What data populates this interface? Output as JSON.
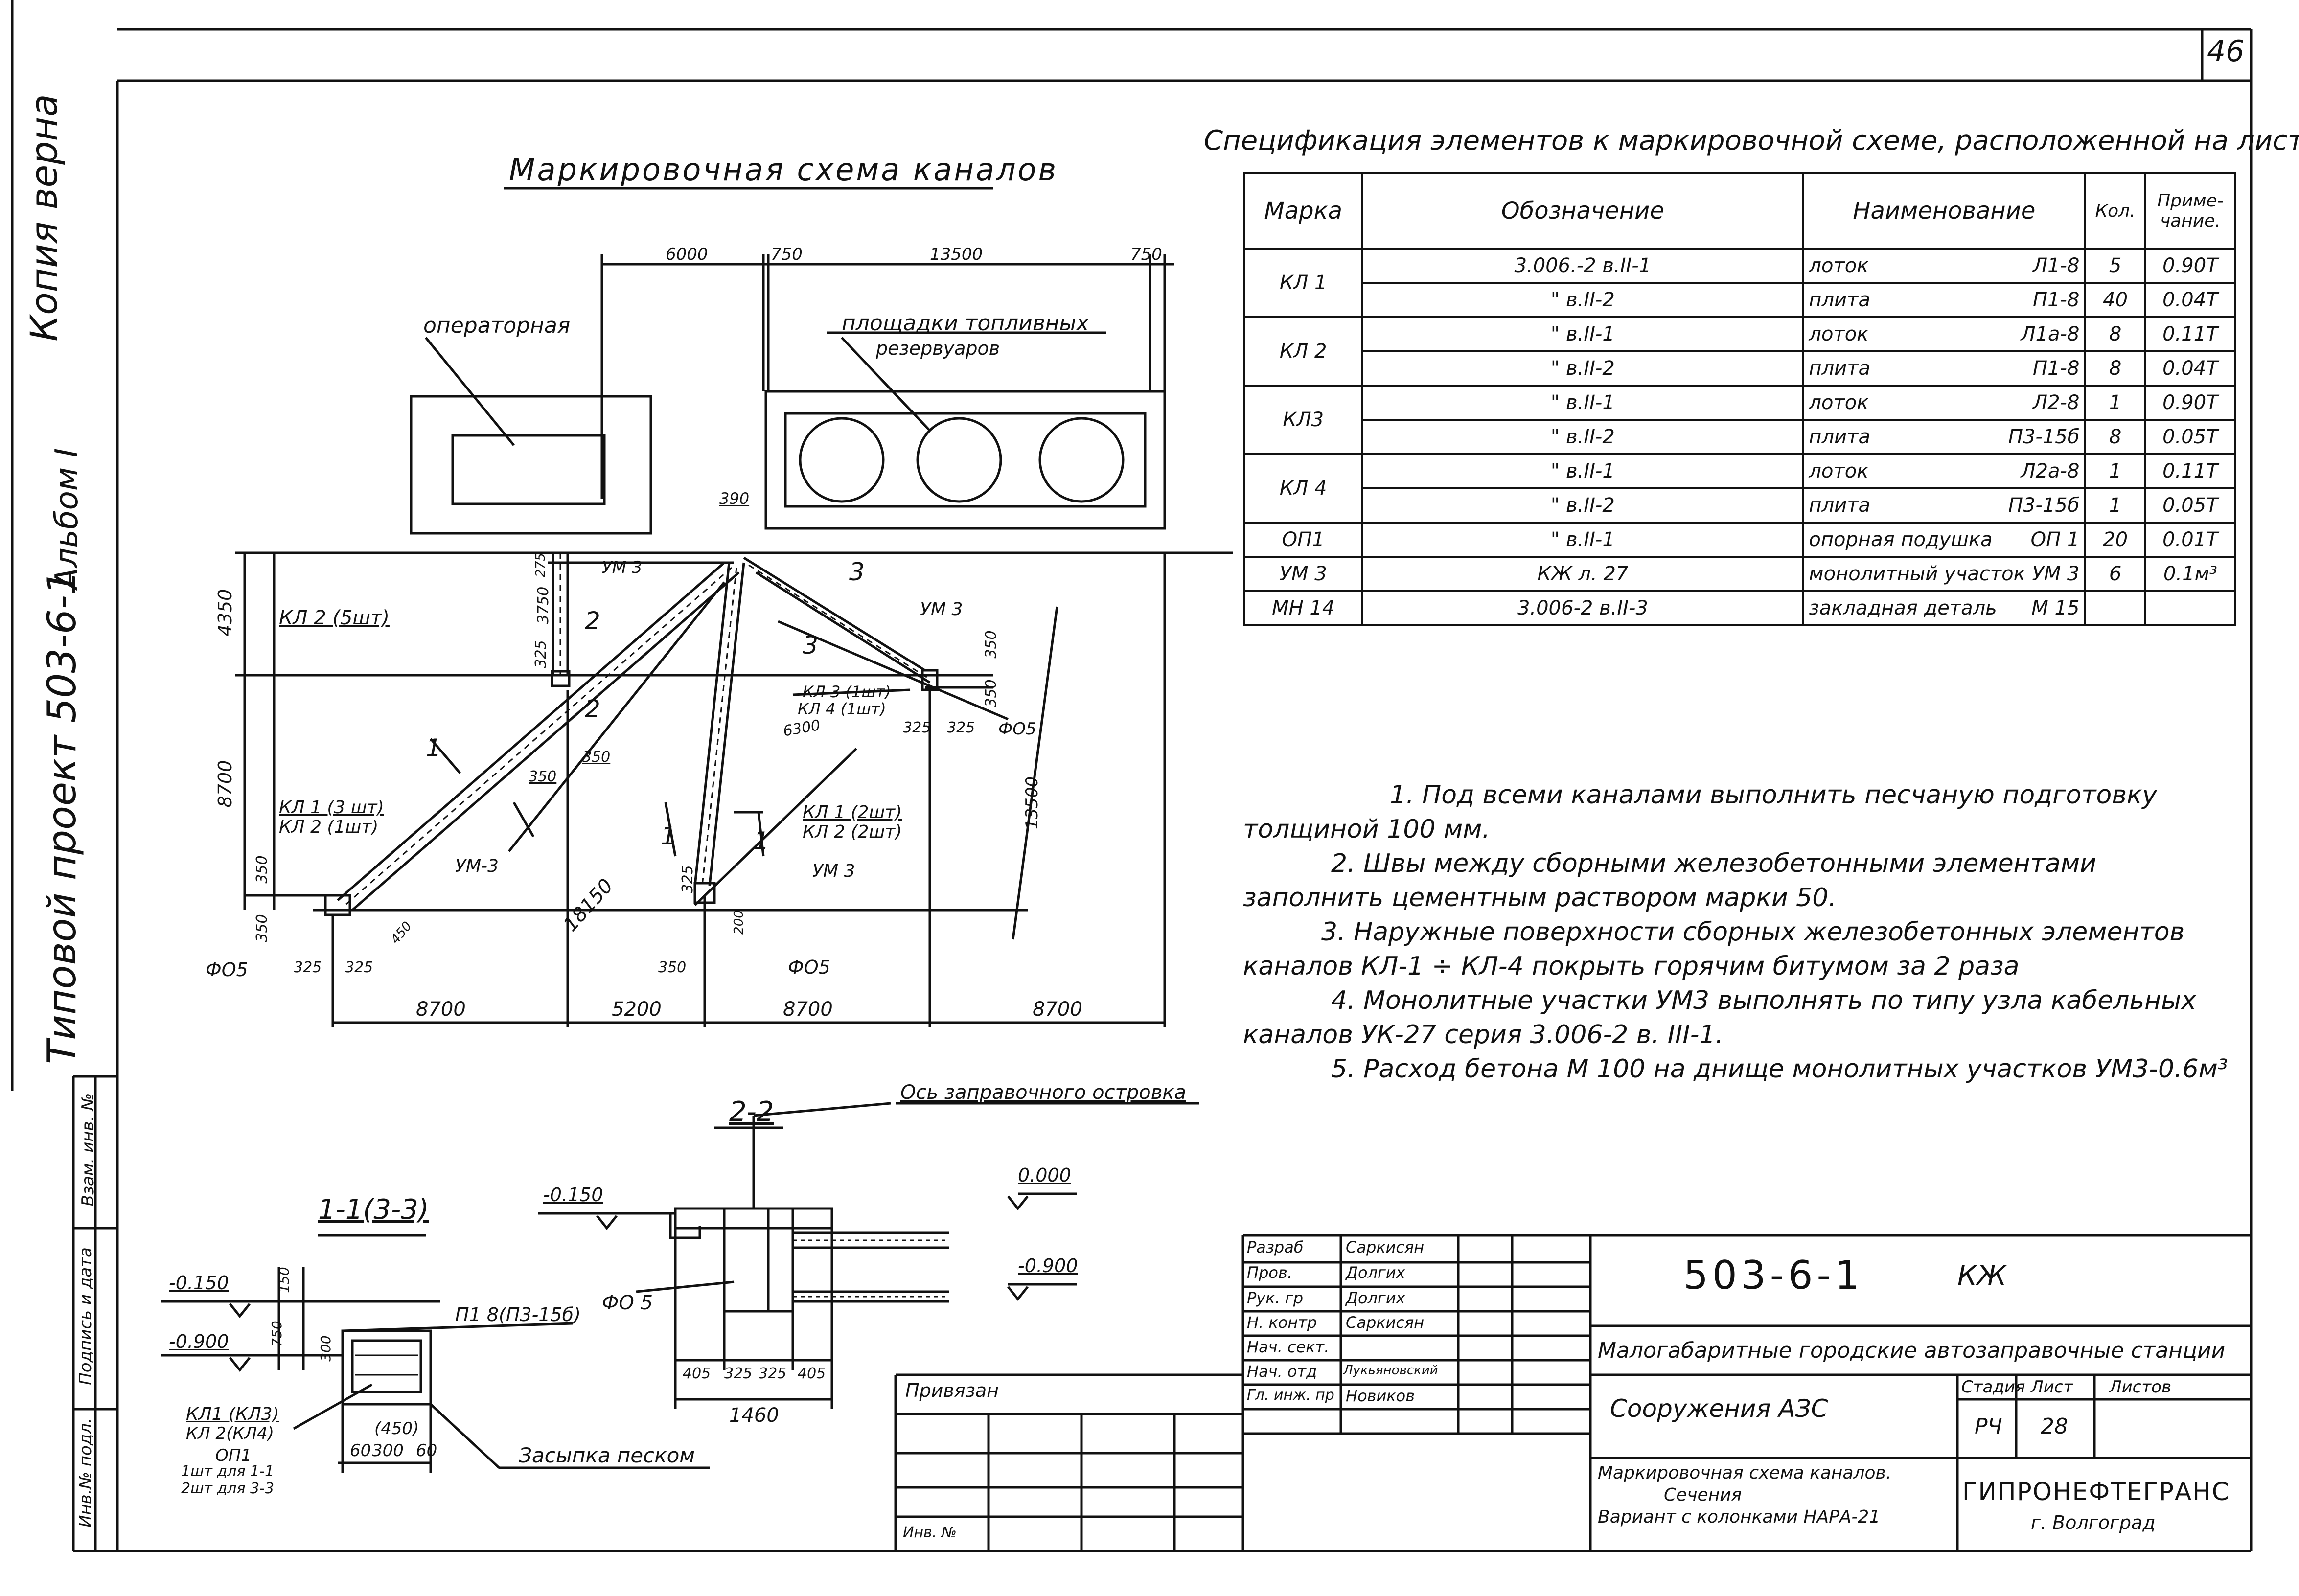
{
  "page_number": "46",
  "side": {
    "copy_note": "Копия верна",
    "album": "Альбом I",
    "project": "Типовой проект 503-6-1",
    "stamp_cells": [
      "Инв.№ подл.",
      "Подпись и дата",
      "Взам. инв. №"
    ]
  },
  "plan": {
    "title": "Маркировочная схема каналов",
    "room_operator": "операторная",
    "tank_area": [
      "площадки топливных",
      "резервуаров"
    ],
    "top_dims": [
      "6000",
      "750",
      "13500",
      "750"
    ],
    "bottom_dims": [
      "8700",
      "5200",
      "8700",
      "8700"
    ],
    "left_dims": [
      "4350",
      "8700"
    ],
    "dims": {
      "d3750": "3750",
      "d325a": "325",
      "d275": "275",
      "d390": "390",
      "d350a": "350",
      "d350b": "350",
      "d350c": "350",
      "d350d": "350",
      "d325b": "325",
      "d325c": "325",
      "d325d": "325",
      "d325e": "325",
      "d18150": "18150",
      "d6300": "6300",
      "d13500": "13500",
      "d450": "450",
      "d200": "200",
      "d350e": "350",
      "d350f": "350",
      "d350g": "350",
      "d325f": "325"
    },
    "labels": {
      "kl2_5": "КЛ 2 (5шт)",
      "um3_a": "УМ 3",
      "um3_b": "УМ 3",
      "um3_c": "УМ-3",
      "um3_d": "УМ 3",
      "kl1_3": "КЛ 1 (3 шт)",
      "kl2_1": "КЛ 2 (1шт)",
      "kl1_2": "КЛ 1 (2шт)",
      "kl2_2": "КЛ 2 (2шт)",
      "kl3_1": "КЛ 3 (1шт)",
      "kl4_1": "КЛ 4 (1шт)",
      "fo5_a": "ФО5",
      "fo5_b": "ФО5",
      "fo5_c": "ФО5",
      "n2a": "2",
      "n2b": "2",
      "n3a": "3",
      "n3b": "3",
      "n1a": "1",
      "n1b": "1",
      "n1c": "1"
    }
  },
  "section_1": {
    "title": "1-1(3-3)",
    "level_a": "-0.150",
    "level_b": "-0.900",
    "dim_a": "150",
    "dim_b": "750",
    "dim_c": "300",
    "slab_label": "П1 8(П3-15б)",
    "bottom_dims": [
      "60",
      "300",
      "60"
    ],
    "inner_dim": "(450)",
    "left_labels": [
      "КЛ1 (КЛ3)",
      "КЛ 2(КЛ4)",
      "ОП1",
      "1шт для 1-1",
      "2шт для 3-3"
    ],
    "fill": "Засыпка песком"
  },
  "section_2": {
    "title": "2-2",
    "axis": "Ось заправочного островка",
    "level_a": "-0.150",
    "level_b": "0.000",
    "level_c": "-0.900",
    "fo": "ФО 5",
    "dims": [
      "405",
      "325",
      "325",
      "405"
    ],
    "total": "1460"
  },
  "spec": {
    "title": "Спецификация элементов к маркировочной схеме, расположенной на листе",
    "headers": [
      "Марка",
      "Обозначение",
      "Наименование",
      "Кол.",
      "Приме-чание."
    ],
    "rows": [
      {
        "mark": "КЛ 1",
        "code": "3.006.-2 в.II-1",
        "name": "лоток",
        "item": "Л1-8",
        "qty": "5",
        "note": "0.90Т"
      },
      {
        "mark": "",
        "code": "\"  в.II-2",
        "name": "плита",
        "item": "П1-8",
        "qty": "40",
        "note": "0.04Т"
      },
      {
        "mark": "КЛ 2",
        "code": "\"  в.II-1",
        "name": "лоток",
        "item": "Л1а-8",
        "qty": "8",
        "note": "0.11Т"
      },
      {
        "mark": "",
        "code": "\"  в.II-2",
        "name": "плита",
        "item": "П1-8",
        "qty": "8",
        "note": "0.04Т"
      },
      {
        "mark": "КЛ3",
        "code": "\"  в.II-1",
        "name": "лоток",
        "item": "Л2-8",
        "qty": "1",
        "note": "0.90Т"
      },
      {
        "mark": "",
        "code": "\"  в.II-2",
        "name": "плита",
        "item": "П3-15б",
        "qty": "8",
        "note": "0.05Т"
      },
      {
        "mark": "КЛ 4",
        "code": "\"  в.II-1",
        "name": "лоток",
        "item": "Л2а-8",
        "qty": "1",
        "note": "0.11Т"
      },
      {
        "mark": "",
        "code": "\"  в.II-2",
        "name": "плита",
        "item": "П3-15б",
        "qty": "1",
        "note": "0.05Т"
      },
      {
        "mark": "ОП1",
        "code": "\"  в.II-1",
        "name": "опорная подушка",
        "item": "ОП 1",
        "qty": "20",
        "note": "0.01Т"
      },
      {
        "mark": "УМ 3",
        "code": "КЖ  л. 27",
        "name": "монолитный участок",
        "item": "УМ 3",
        "qty": "6",
        "note": "0.1м³"
      },
      {
        "mark": "МН 14",
        "code": "3.006-2 в.II-3",
        "name": "закладная деталь",
        "item": "М 15",
        "qty": "",
        "note": ""
      }
    ]
  },
  "notes": [
    "1. Под всеми каналами выполнить песчаную подготовку толщиной 100 мм.",
    "2. Швы между сборными железобетонными элементами заполнить цементным раствором марки 50.",
    "3. Наружные поверхности сборных железобетонных элементов каналов КЛ-1 ÷ КЛ-4 покрыть горячим битумом за 2 раза",
    "4. Монолитные участки УМ3 выполнять по типу узла кабельных каналов УК-27 серия 3.006-2 в. III-1.",
    "5. Расход бетона М 100 на днище монолитных участков УМ3-0.6м³"
  ],
  "title_block": {
    "roles": [
      "Разраб",
      "Пров.",
      "Рук. гр",
      "Н. контр",
      "Нач. сект.",
      "Нач. отд",
      "Гл. инж. пр"
    ],
    "names": [
      "Саркисян",
      "Долгих",
      "Долгих",
      "Саркисян",
      "",
      "Лукьяновский",
      "Новиков"
    ],
    "code": "503-6-1",
    "mark": "КЖ",
    "project_name": "Малогабаритные городские автозаправочные станции",
    "object": "Сооружения АЗС",
    "stage_header": "Стадия",
    "sheet_header": "Лист",
    "sheets_header": "Листов",
    "stage": "РЧ",
    "sheet": "28",
    "sheet_title": [
      "Маркировочная схема каналов.",
      "Сечения",
      "Вариант с колонками НАРА-21"
    ],
    "org": [
      "ГИПРОНЕФТЕГРАНС",
      "г. Волгоград"
    ],
    "bind": "Привязан",
    "inv": "Инв. №"
  }
}
